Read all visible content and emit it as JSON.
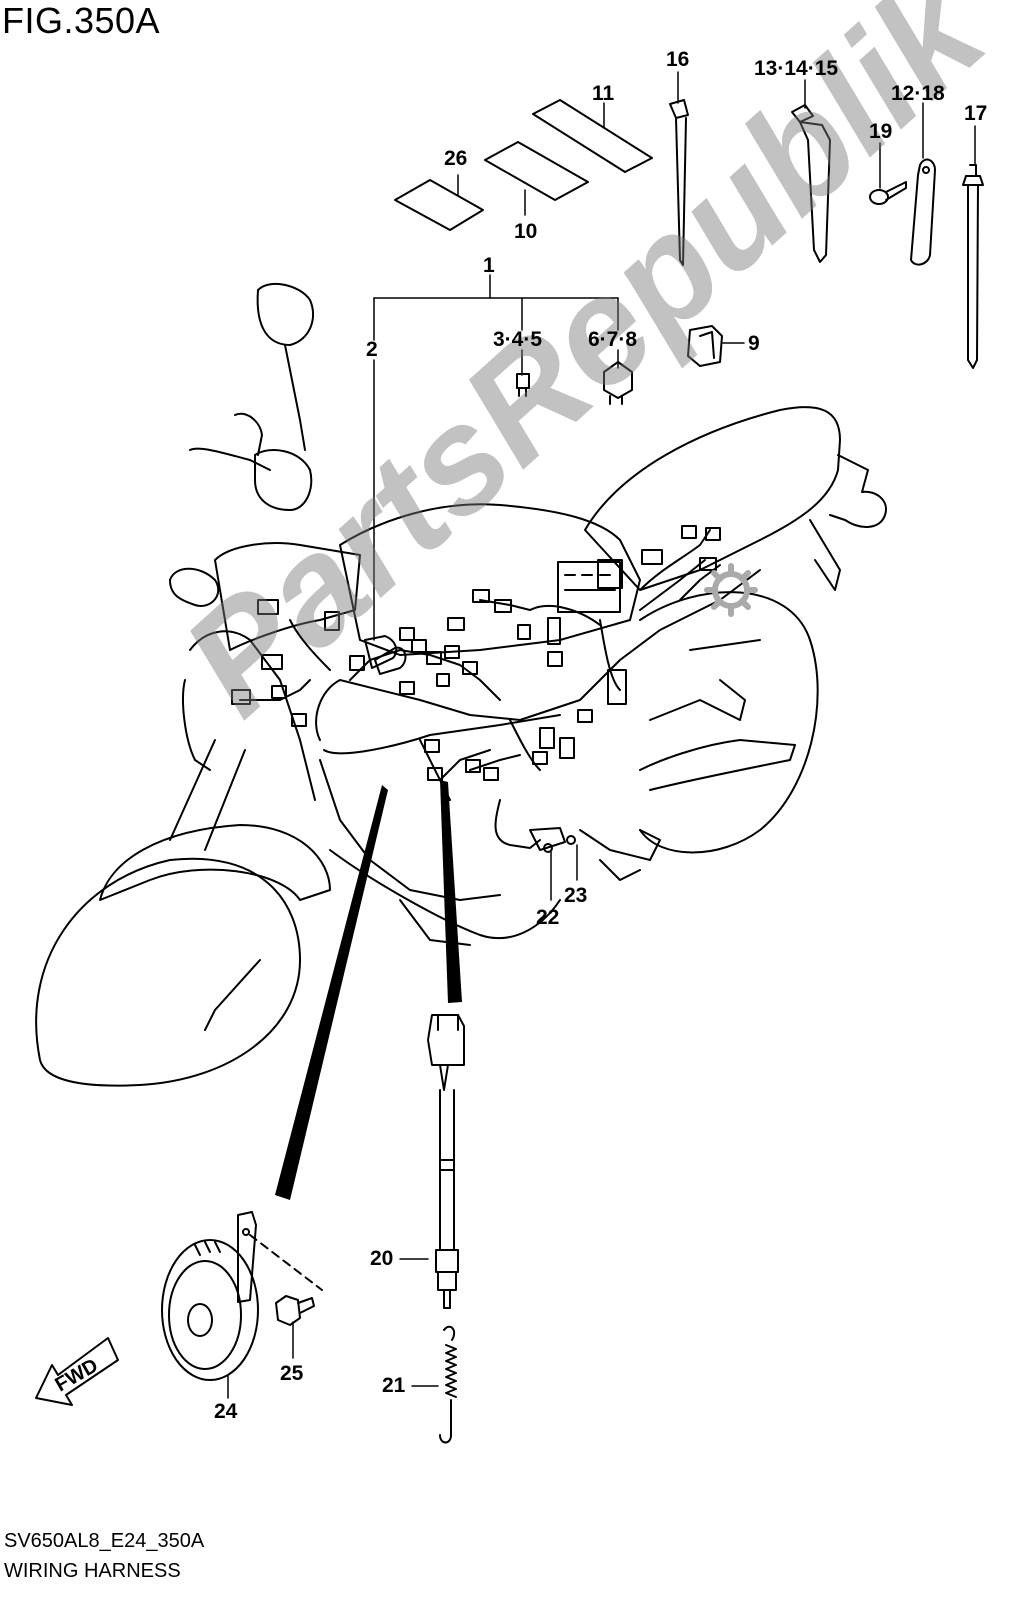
{
  "figure": {
    "title": "FIG.350A",
    "code": "SV650AL8_E24_350A",
    "name": "WIRING HARNESS",
    "watermark": "PartsRepublik",
    "fwd_label": "FWD"
  },
  "callouts": {
    "c1": "1",
    "c2": "2",
    "c3": "3·4·5",
    "c6": "6·7·8",
    "c9": "9",
    "c10": "10",
    "c11": "11",
    "c12": "12·18",
    "c13": "13·14·15",
    "c16": "16",
    "c17": "17",
    "c19": "19",
    "c20": "20",
    "c21": "21",
    "c22": "22",
    "c23": "23",
    "c24": "24",
    "c25": "25",
    "c26": "26"
  }
}
